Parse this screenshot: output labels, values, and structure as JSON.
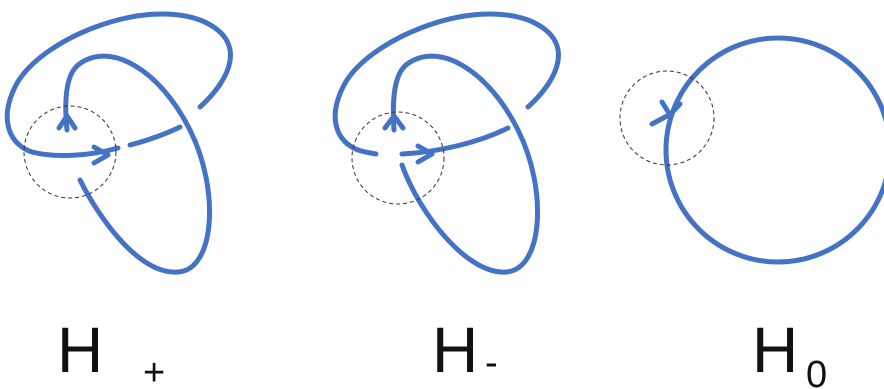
{
  "colors": {
    "strand": "#4472C4",
    "dashed_circle": "#333333",
    "label": "#111111"
  },
  "panels": [
    {
      "id": "h-plus",
      "label_main": "H",
      "label_sub": "+",
      "crossing": "positive"
    },
    {
      "id": "h-minus",
      "label_main": "H",
      "label_sub": "-",
      "crossing": "negative"
    },
    {
      "id": "h-zero",
      "label_main": "H",
      "label_sub": "0",
      "crossing": "smoothed"
    }
  ]
}
